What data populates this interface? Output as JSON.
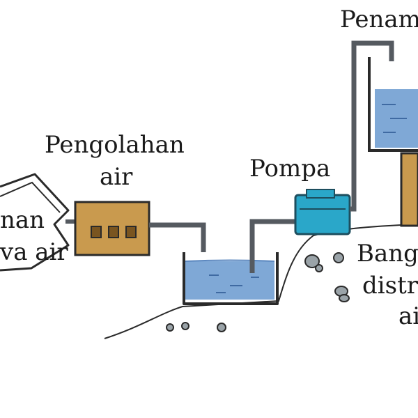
{
  "labels": {
    "pengolahan_line1": "Pengolahan",
    "pengolahan_line2": "air",
    "pompa": "Pompa",
    "penam": "Penam",
    "nan": "nan",
    "va_air": "va air",
    "bang": "Bang",
    "distr": "distr",
    "ai": "ai"
  },
  "colors": {
    "outline": "#2a2a2a",
    "pipe": "#555a60",
    "water": "#7fa8d6",
    "water_dark": "#5b87bf",
    "treatment_box": "#c99a4e",
    "pump": "#2aa7c9",
    "rock": "#9aa3a8"
  }
}
